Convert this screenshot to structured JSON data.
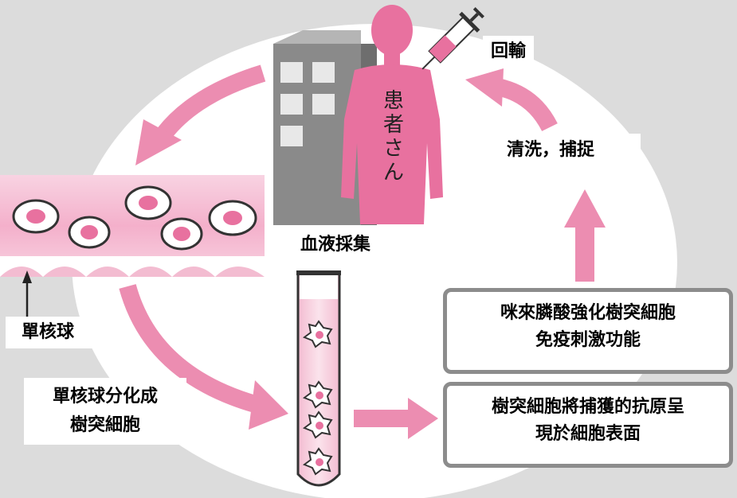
{
  "patient_label": [
    "患",
    "者",
    "さ",
    "ん"
  ],
  "labels": {
    "return_infusion": "回輸",
    "wash_capture": "清洗，捕捉",
    "blood_collection": "血液採集",
    "monocyte": "單核球",
    "differentiation": [
      "單核球分化成",
      "樹突細胞"
    ],
    "imiquimod_box": [
      "咪來膦酸強化樹突細胞",
      "免疫刺激功能"
    ],
    "antigen_box": [
      "樹突細胞將捕獲的抗原呈",
      "現於細胞表面"
    ]
  },
  "colors": {
    "pink": "#e8719f",
    "arrow_pink": "#ec8db1",
    "light_pink": "#f7c9da",
    "building_gray": "#8a8a8a",
    "box_border": "#8c8c8c"
  }
}
